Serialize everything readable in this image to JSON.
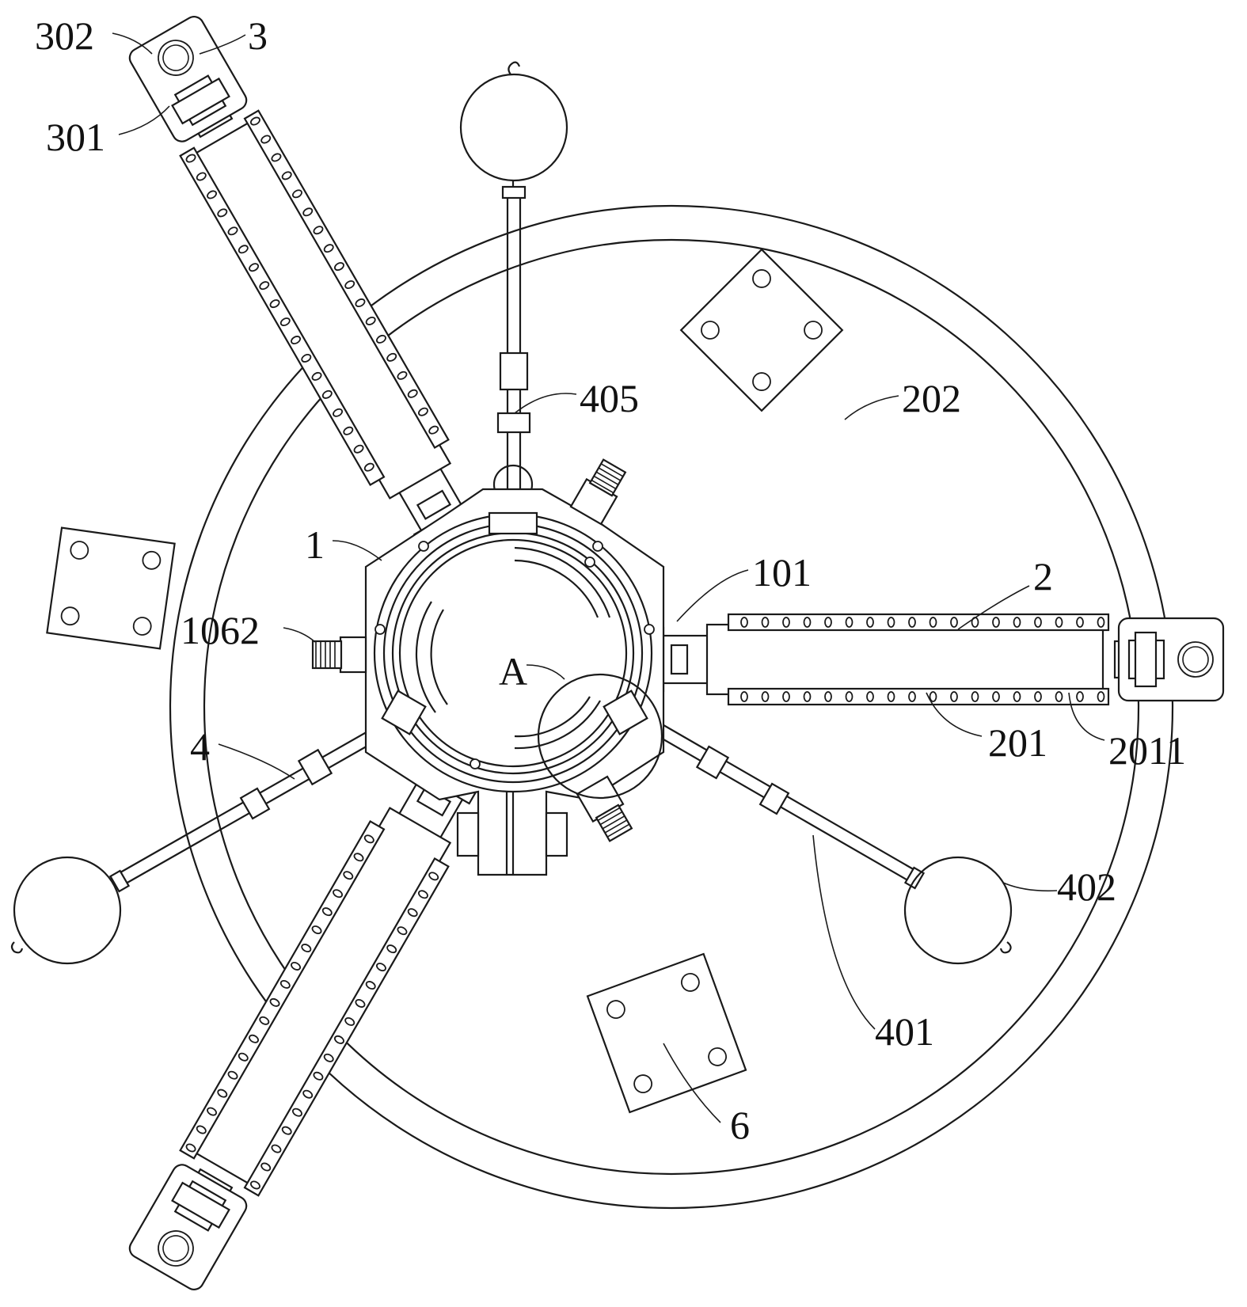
{
  "labels": {
    "l302": "302",
    "l3": "3",
    "l301": "301",
    "l405": "405",
    "l202": "202",
    "l1": "1",
    "l101": "101",
    "l2": "2",
    "l1062": "1062",
    "lA": "A",
    "l201": "201",
    "l2011": "2011",
    "l4": "4",
    "l402": "402",
    "l401": "401",
    "l6": "6"
  },
  "colors": {
    "line": "#1a1a1a",
    "background": "#ffffff"
  },
  "parts": {
    "arm_count": 3,
    "bar_count": 3,
    "plate_count": 3,
    "holes_per_row": 18
  }
}
